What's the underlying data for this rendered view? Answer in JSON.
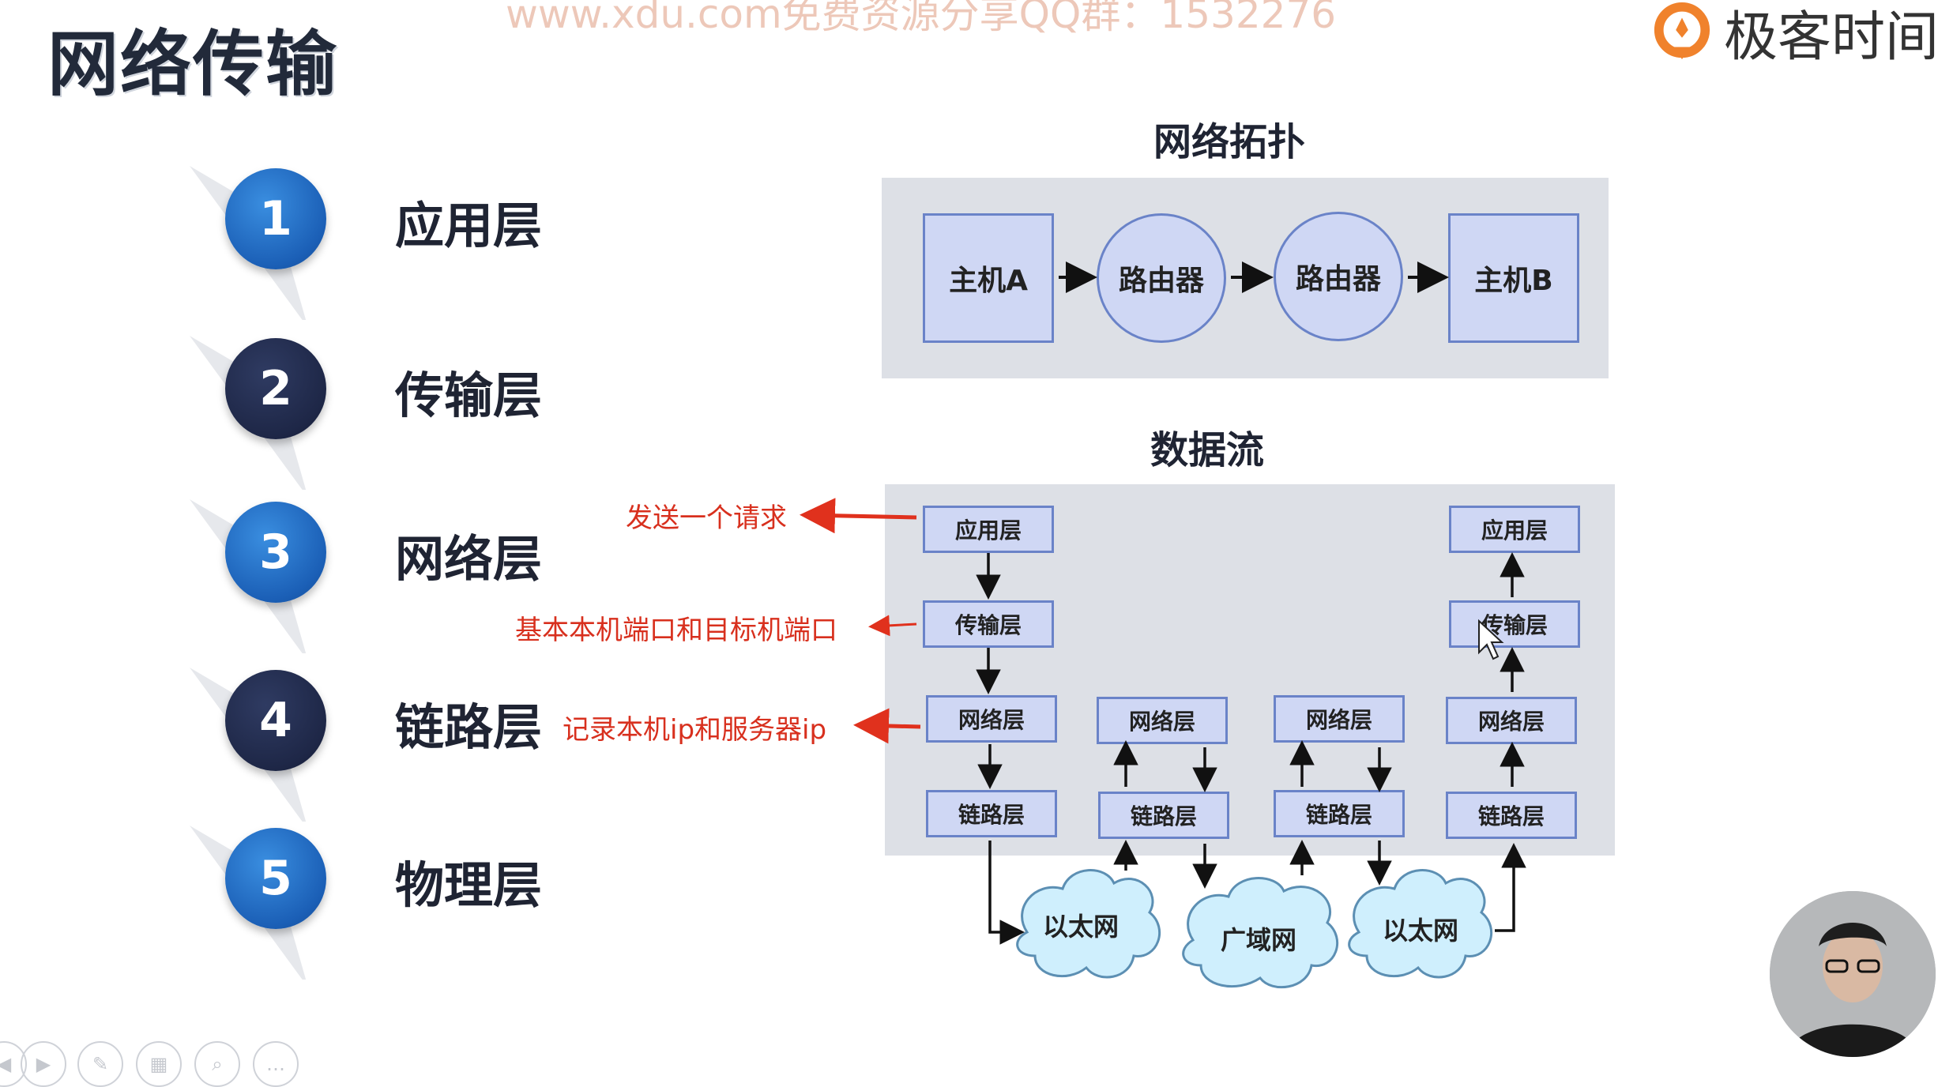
{
  "title": "网络传输",
  "watermark": "www.xdu.com免费资源分享QQ群：1532276",
  "brand": {
    "name": "极客时间",
    "logo_icon": "geek-time-logo-icon",
    "logo_color": "#f0822c"
  },
  "layers": [
    {
      "number": "1",
      "label": "应用层",
      "color": "#1b5fb6"
    },
    {
      "number": "2",
      "label": "传输层",
      "color": "#1e2747"
    },
    {
      "number": "3",
      "label": "网络层",
      "color": "#1b5fb6"
    },
    {
      "number": "4",
      "label": "链路层",
      "color": "#1e2747"
    },
    {
      "number": "5",
      "label": "物理层",
      "color": "#1b5fb6"
    }
  ],
  "topology": {
    "title": "网络拓扑",
    "nodes": [
      "主机A",
      "路由器",
      "路由器",
      "主机B"
    ]
  },
  "dataflow": {
    "title": "数据流",
    "host_a": [
      "应用层",
      "传输层",
      "网络层",
      "链路层"
    ],
    "router_1": [
      "网络层",
      "链路层"
    ],
    "router_2": [
      "网络层",
      "链路层"
    ],
    "host_b": [
      "应用层",
      "传输层",
      "网络层",
      "链路层"
    ],
    "clouds": [
      "以太网",
      "广域网",
      "以太网"
    ]
  },
  "annotations": {
    "app": "发送一个请求",
    "transport": "基本本机端口和目标机端口",
    "network": "记录本机ip和服务器ip",
    "color": "#d8301e"
  }
}
